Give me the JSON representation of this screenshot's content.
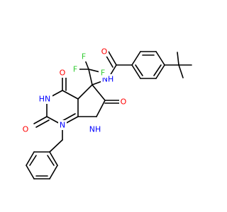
{
  "molecule": {
    "colors": {
      "bond": "#000000",
      "oxygen": "#ff0000",
      "nitrogen": "#0000ff",
      "fluorine": "#33cc33",
      "background": "#ffffff"
    },
    "atom_labels": {
      "o_amide": "O",
      "nh_amide": "NH",
      "f_1": "F",
      "f_2": "F",
      "f_3": "F",
      "o_c4": "O",
      "hn_3": "HN",
      "o_c2": "O",
      "n_1": "N",
      "o_c6": "O",
      "nh_7": "NH"
    }
  }
}
